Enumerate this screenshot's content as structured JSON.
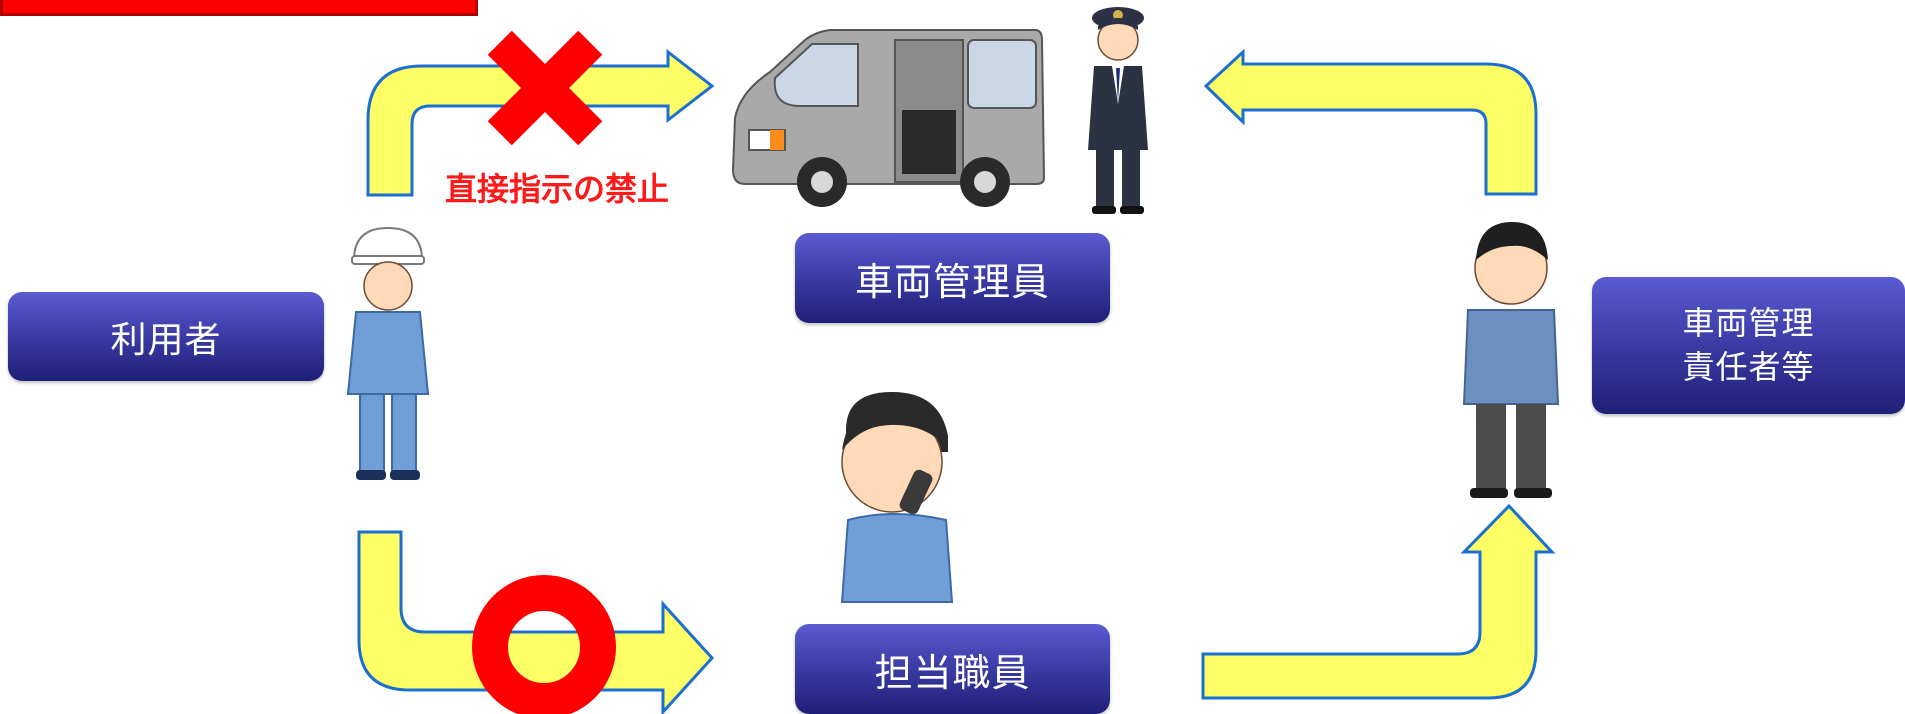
{
  "roles": {
    "user": "利用者",
    "vehicle_manager": "車両管理員",
    "staff": "担当職員",
    "responsible_line1": "車両管理",
    "responsible_line2": "責任者等"
  },
  "notes": {
    "direct_instruction_prohibited": "直接指示の禁止"
  },
  "colors": {
    "arrow_fill": "#ffff66",
    "arrow_stroke": "#1a6fd1",
    "box_top": "#5a5bd2",
    "box_bottom": "#1e1f78",
    "prohibited": "#ff0000",
    "allowed": "#ff0000"
  },
  "icons": {
    "prohibited": "cross-mark-icon",
    "allowed": "circle-mark-icon"
  },
  "illustrations": [
    "van",
    "driver",
    "worker-helmet",
    "staff-on-phone",
    "manager-man"
  ]
}
